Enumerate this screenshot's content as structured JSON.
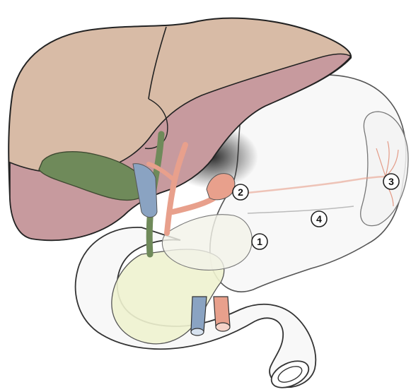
{
  "markers": [
    {
      "id": "1",
      "label": "1"
    },
    {
      "id": "2",
      "label": "2"
    },
    {
      "id": "3",
      "label": "3"
    },
    {
      "id": "4",
      "label": "4"
    }
  ],
  "colors": {
    "liver_top": "#d8bba6",
    "liver_bottom": "#c79a9e",
    "gallbladder": "#6f8a5a",
    "artery": "#e8a08c",
    "vein": "#8aa3c2",
    "pancreas": "#eef2cf",
    "outline": "#222222",
    "shadow": "#222222"
  }
}
